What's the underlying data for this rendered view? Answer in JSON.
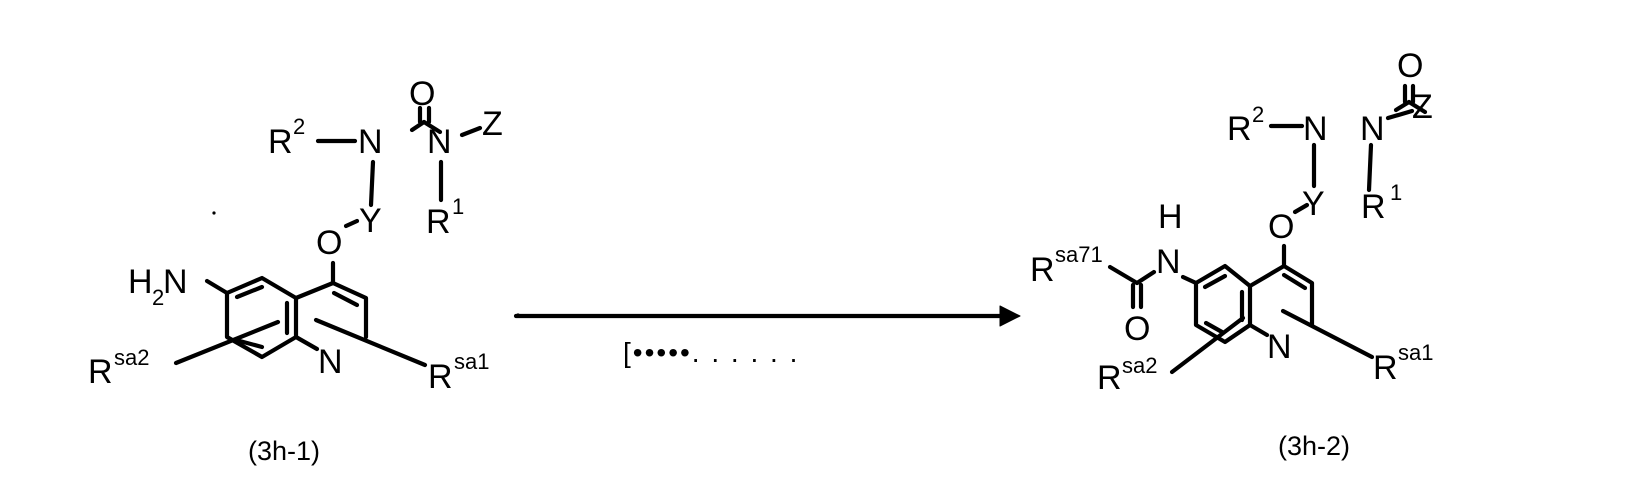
{
  "scheme": {
    "type": "chemical_reaction_scheme",
    "colors": {
      "ink": "#000000",
      "background": "#ffffff"
    },
    "starting_material": {
      "label": "(3h-1)",
      "core": "quinoline",
      "atoms": {
        "oxo_O": "O",
        "urea_N_left": "N",
        "urea_N_right": "N",
        "R2": "R",
        "R2_sup": "2",
        "Z": "Z",
        "Y": "Y",
        "R1": "R",
        "R1_sup": "1",
        "ether_O": "O",
        "amine_H": "H",
        "amine_sub": "2",
        "amine_N": "N",
        "ring_N": "N",
        "Rsa2": "R",
        "Rsa2_sup": "sa2",
        "Rsa1": "R",
        "Rsa1_sup": "sa1"
      }
    },
    "arrow": {
      "direction": "right",
      "below_text": "[•••••. . . . . ."
    },
    "product": {
      "label": "(3h-2)",
      "core": "quinoline",
      "atoms": {
        "oxo_O": "O",
        "urea_N_left": "N",
        "urea_N_right": "N",
        "R2": "R",
        "R2_sup": "2",
        "Z": "Z",
        "Y": "Y",
        "R1": "R",
        "R1_sup": "1",
        "ether_O": "O",
        "amide_H": "H",
        "amide_N": "N",
        "amide_O": "O",
        "Rsa71": "R",
        "Rsa71_sup": "sa71",
        "ring_N": "N",
        "Rsa2": "R",
        "Rsa2_sup": "sa2",
        "Rsa1": "R",
        "Rsa1_sup": "sa1"
      }
    }
  }
}
